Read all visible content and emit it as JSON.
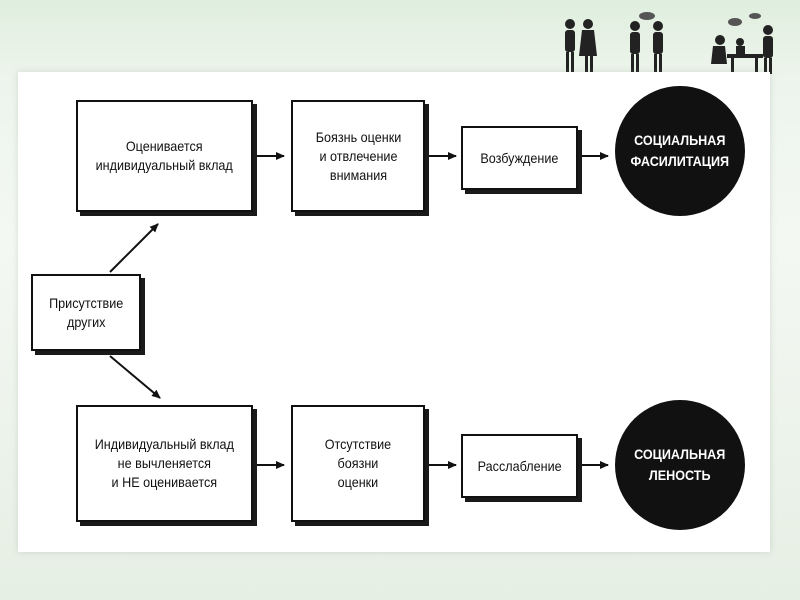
{
  "diagram": {
    "boxes": {
      "top_evaluated": "Оценивается\nиндивидуальный вклад",
      "top_fear": "Боязнь оценки\nи отвлечение\nвнимания",
      "top_arousal": "Возбуждение",
      "presence": "Присутствие\nдругих",
      "bottom_not_evaluated": "Индивидуальный вклад\nне вычленяется\nи НЕ оценивается",
      "bottom_no_fear": "Отсутствие\nбоязни\nоценки",
      "bottom_relaxation": "Расслабление"
    },
    "outcomes": {
      "facilitation": "СОЦИАЛЬНАЯ\nФАСИЛИТАЦИЯ",
      "loafing": "СОЦИАЛЬНАЯ\nЛЕНОСТЬ"
    }
  },
  "icons": [
    "people-talking-icon",
    "people-meeting-icon"
  ]
}
